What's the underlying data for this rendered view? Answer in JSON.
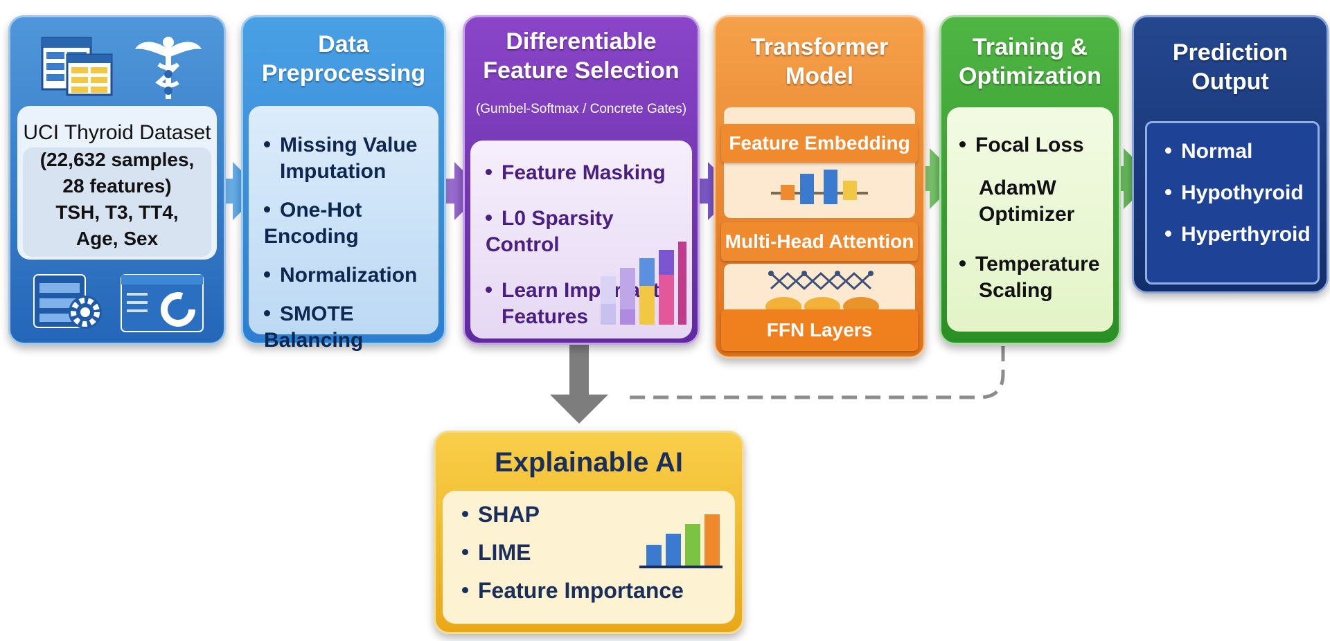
{
  "dataset": {
    "lines": [
      "UCI Thyroid Dataset",
      "(22,632 samples,",
      "28 features)",
      "TSH, T3, TT4,",
      "Age, Sex"
    ]
  },
  "preprocessing": {
    "title": [
      "Data",
      "Preprocessing"
    ],
    "items": [
      "Missing Value",
      "Imputation",
      "One-Hot Encoding",
      "Normalization",
      "SMOTE Balancing"
    ]
  },
  "feature_selection": {
    "title": [
      "Differentiable",
      "Feature Selection"
    ],
    "subtitle": "(Gumbel-Softmax / Concrete Gates)",
    "items": [
      "Feature Masking",
      "L0 Sparsity Control",
      "Learn Important",
      "Features"
    ]
  },
  "transformer": {
    "title": [
      "Transformer",
      "Model"
    ],
    "layers": [
      "Feature Embedding",
      "Multi-Head Attention",
      "FFN Layers"
    ]
  },
  "training": {
    "title": [
      "Training &",
      "Optimization"
    ],
    "items": [
      "Focal Loss",
      "AdamW",
      "Optimizer",
      "Temperature",
      "Scaling"
    ]
  },
  "output": {
    "title": [
      "Prediction",
      "Output"
    ],
    "items": [
      "Normal",
      "Hypothyroid",
      "Hyperthyroid"
    ]
  },
  "xai": {
    "title": "Explainable AI",
    "items": [
      "SHAP",
      "LIME",
      "Feature Importance"
    ]
  },
  "colors": {
    "dataset": "#2e74c4",
    "preprocessing": "#3a8fdc",
    "feature_selection": "#7a3bbd",
    "transformer": "#ee8a2c",
    "training": "#3aa232",
    "output": "#1a3a7e",
    "xai": "#f2bb2e"
  },
  "icons": [
    "spreadsheet-icon",
    "caduceus-icon",
    "database-gear-icon",
    "donut-chart-icon",
    "bar-chart-icon",
    "attention-network-icon"
  ]
}
